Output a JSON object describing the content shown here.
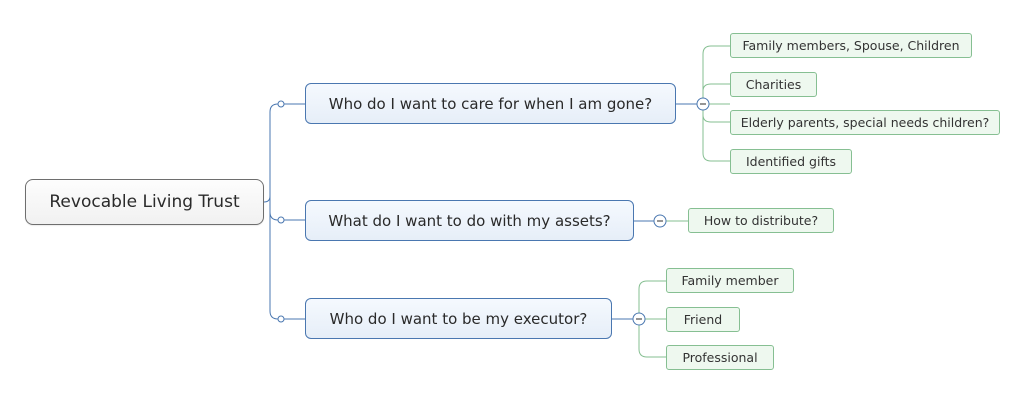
{
  "mindmap": {
    "root": {
      "label": "Revocable Living Trust"
    },
    "branches": [
      {
        "label": "Who do I want to care for when I am gone?",
        "children": [
          {
            "label": "Family members, Spouse, Children"
          },
          {
            "label": "Charities"
          },
          {
            "label": "Elderly parents, special needs children?"
          },
          {
            "label": "Identified gifts"
          }
        ]
      },
      {
        "label": "What do I want to do with my assets?",
        "children": [
          {
            "label": "How to distribute?"
          }
        ]
      },
      {
        "label": "Who do I want to be my executor?",
        "children": [
          {
            "label": "Family member"
          },
          {
            "label": "Friend"
          },
          {
            "label": "Professional"
          }
        ]
      }
    ]
  },
  "colors": {
    "main_border": "#4a77b0",
    "main_fill": "#e9f0f9",
    "sub_border": "#86bf92",
    "sub_fill": "#eef8ef",
    "root_border": "#6e6e6e"
  },
  "icons": {
    "collapse": "collapse-minus-icon",
    "connector_dot": "connector-dot-icon"
  }
}
